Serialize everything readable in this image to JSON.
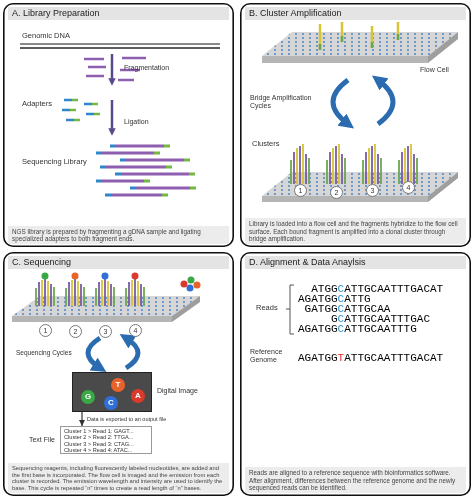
{
  "diagram": {
    "nodes": [
      {
        "text": [
          "A. Library Preparation",
          "NGS library is prepared by fragmenting a gDNA sample and ligating specialized adapters to both fragment ends."
        ]
      },
      {
        "text": [
          "B. Cluster Amplification",
          "Library is loaded into a flow cell and the fragments hybridize to the flow cell surface. Each bound fragment is amplified into a clonal cluster through bridge amplification."
        ]
      },
      {
        "text": [
          "C. Sequencing",
          "Sequencing reagents, including fluorescently labeled nucleotides, are added and the first base is incorporated. The flow cell is imaged and the emission from each cluster is recorded. The emission wavelength and intensity are used to identify the base. This cycle is repeated “n” times to create a read length of “n” bases."
        ]
      },
      {
        "text": [
          "Digital Image",
          "G",
          "T",
          "C",
          "A"
        ],
        "in": 2
      },
      {
        "text": [
          "Text File",
          "Cluster 1 > Read 1: GAGT...",
          "Cluster 2 > Read 2: TTGA...",
          "Cluster 3 > Read 3: CTAG...",
          "Cluster 4 > Read 4: ATAC..."
        ],
        "in": 2
      },
      {
        "text": [
          "D. Alignment & Data Anaylsis",
          "Reads are aligned to a reference sequence with bioinformatics software. After alignment, differences between the reference genome and the newly sequenced reads can be identified."
        ]
      }
    ],
    "edges": [
      {
        "from": 3,
        "to": 4,
        "arrow": "to",
        "label": "Data is exported to an output file"
      }
    ],
    "labels": [
      "Genomic DNA",
      "Fragmentation",
      "Adapters",
      "Ligation",
      "Sequencing Library",
      "Flow Cell",
      "Bridge Amplification Cycles",
      "Clusters",
      "1",
      "2",
      "3",
      "4",
      "1",
      "2",
      "3",
      "4",
      "Sequencing Cycles",
      "Reads",
      "ATGGCATTGCAATTTGACAT",
      "AGATGGCATTG",
      "GATGGCATTGCAA",
      "GCATTGCAATTTGAC",
      "AGATGGCATTGCAATTTG",
      "Reference Genome",
      "AGATGGTATTGCAATTTGACAT"
    ]
  }
}
